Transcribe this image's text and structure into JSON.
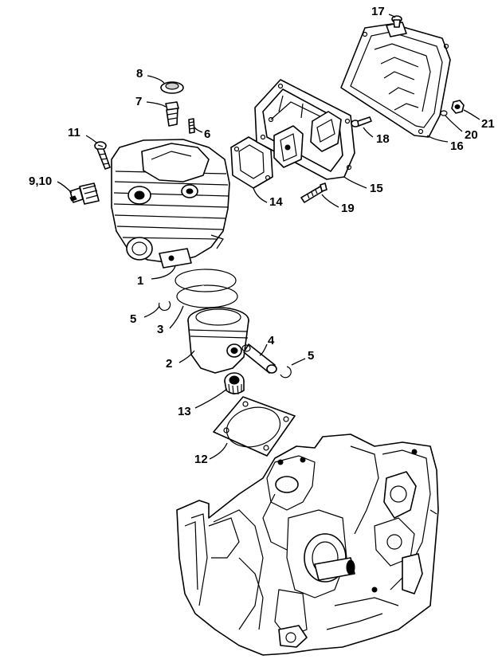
{
  "diagram": {
    "callouts": [
      {
        "id": "c1",
        "text": "1"
      },
      {
        "id": "c2",
        "text": "2"
      },
      {
        "id": "c3",
        "text": "3"
      },
      {
        "id": "c4",
        "text": "4"
      },
      {
        "id": "c5a",
        "text": "5"
      },
      {
        "id": "c5b",
        "text": "5"
      },
      {
        "id": "c6",
        "text": "6"
      },
      {
        "id": "c7",
        "text": "7"
      },
      {
        "id": "c8",
        "text": "8"
      },
      {
        "id": "c910",
        "text": "9,10"
      },
      {
        "id": "c11",
        "text": "11"
      },
      {
        "id": "c12",
        "text": "12"
      },
      {
        "id": "c13",
        "text": "13"
      },
      {
        "id": "c14",
        "text": "14"
      },
      {
        "id": "c15",
        "text": "15"
      },
      {
        "id": "c16",
        "text": "16"
      },
      {
        "id": "c17",
        "text": "17"
      },
      {
        "id": "c18",
        "text": "18"
      },
      {
        "id": "c19",
        "text": "19"
      },
      {
        "id": "c20",
        "text": "20"
      },
      {
        "id": "c21",
        "text": "21"
      }
    ]
  }
}
